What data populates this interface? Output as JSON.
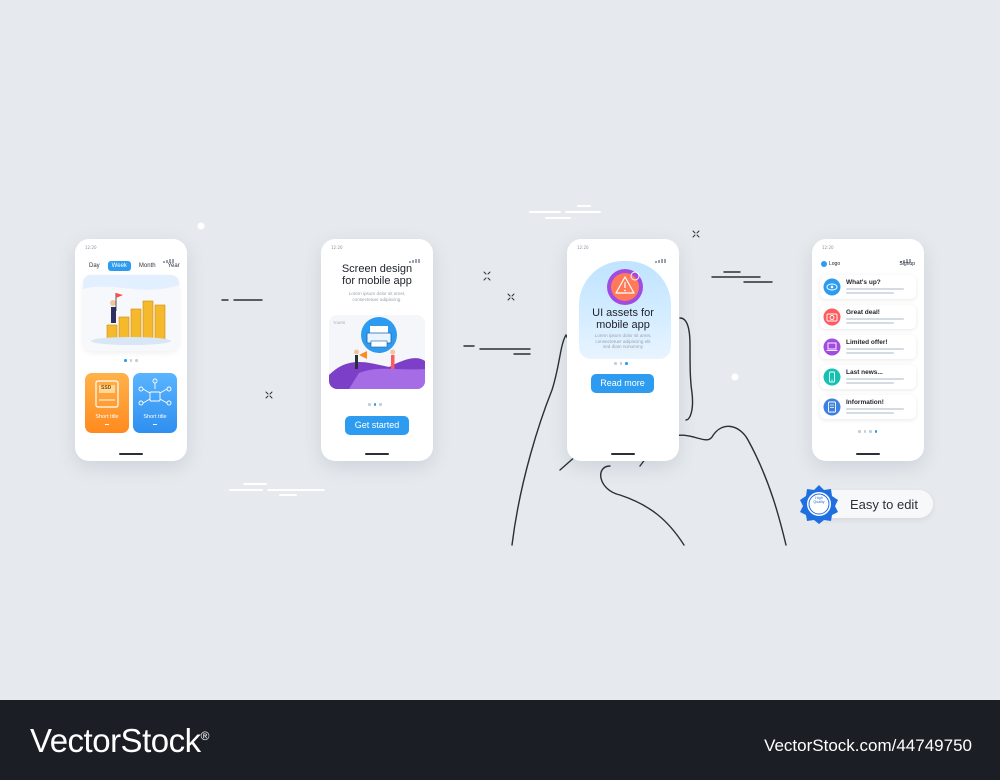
{
  "phone_status": {
    "time": "12:20"
  },
  "phone1": {
    "tabs": [
      "Day",
      "Week",
      "Month",
      "Year"
    ],
    "active_tab": "Week",
    "tiles": [
      {
        "icon": "ssd-icon",
        "caption": "Short title",
        "chip": "SSD"
      },
      {
        "icon": "network-lock-icon",
        "caption": "Short title"
      }
    ]
  },
  "phone2": {
    "title": "Screen design\nfor mobile app",
    "subtitle": "Lorem ipsum dolor sit amet,\nconsectetuer adipiscing.",
    "button": "Get started",
    "illustration": "printer-presentation-illustration",
    "tag": "TOURS"
  },
  "phone3": {
    "title": "UI assets for\nmobile app",
    "subtitle": "Lorem ipsum dolor sit amet,\nconsectetuer adipiscing elit\nsed diam nonummy",
    "button": "Read more",
    "icon": "warning-gear-icon"
  },
  "phone4": {
    "logo": "Logo",
    "signup": "Signup",
    "items": [
      {
        "label": "What's up?",
        "icon": "eye-icon",
        "color": "#2d9cf0"
      },
      {
        "label": "Great deal!",
        "icon": "camera-icon",
        "color": "#ff5a5f"
      },
      {
        "label": "Limited offer!",
        "icon": "laptop-icon",
        "color": "#a24be0"
      },
      {
        "label": "Last news...",
        "icon": "phone-icon",
        "color": "#13c2b3"
      },
      {
        "label": "Information!",
        "icon": "document-icon",
        "color": "#3f7fe0"
      }
    ]
  },
  "easy_to_edit": {
    "label": "Easy to edit",
    "badge": "High\nQuality"
  },
  "footer": {
    "brand": "VectorStock",
    "registered": "®",
    "id": "VectorStock.com/44749750"
  },
  "colors": {
    "accent": "#2d9cf0",
    "background": "#e6eaee",
    "footer": "#1b1e24"
  }
}
